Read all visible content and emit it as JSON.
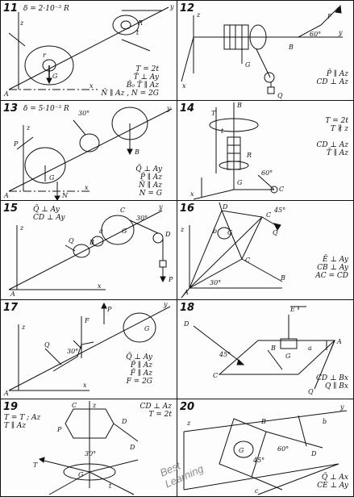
{
  "problems": [
    {
      "n": "11",
      "given": "δ = 2·10⁻³ R",
      "conditions": [
        "T = 2t",
        "T̄ ⊥ Ay",
        "B̄₀ T̄ ∥ Az",
        "N̄ ∥ Az , N = 2G"
      ]
    },
    {
      "n": "12",
      "given": "",
      "conditions": [
        "P̄ ∥ Az",
        "CD ⊥ Az"
      ]
    },
    {
      "n": "13",
      "given": "δ = 5·10⁻³ R",
      "conditions": [
        "Q̄ ⊥ Ay",
        "P̄ ∥ Az",
        "N̄ ∥ Az",
        "N = G"
      ]
    },
    {
      "n": "14",
      "given": "",
      "conditions": [
        "T = 2t",
        "T ∦ z",
        "CD ⊥ Az",
        "T̄ ∥ Az"
      ]
    },
    {
      "n": "15",
      "given": "Q̄ ⊥ Ay\nCD ⊥ Ay",
      "conditions": []
    },
    {
      "n": "16",
      "given": "",
      "conditions": [
        "Ē ⊥ Ay",
        "CB ⊥ Ay",
        "AC = CD"
      ]
    },
    {
      "n": "17",
      "given": "",
      "conditions": [
        "Q̄ ⊥ Ay",
        "P̄ ∥ Az",
        "F̄ ∥ Az",
        "F = 2G"
      ]
    },
    {
      "n": "18",
      "given": "",
      "conditions": [
        "CD ⊥ Bx",
        "Q ∥ Bx"
      ]
    },
    {
      "n": "19",
      "given": "T = T ; Az\nT ∥ Az",
      "conditions": [
        "CD ⊥ Az",
        "T = 2t"
      ]
    },
    {
      "n": "20",
      "given": "",
      "conditions": [
        "Q̄ ⊥ Ax",
        "CE ⊥ Ay"
      ]
    }
  ],
  "watermark": "Best\nLearning"
}
